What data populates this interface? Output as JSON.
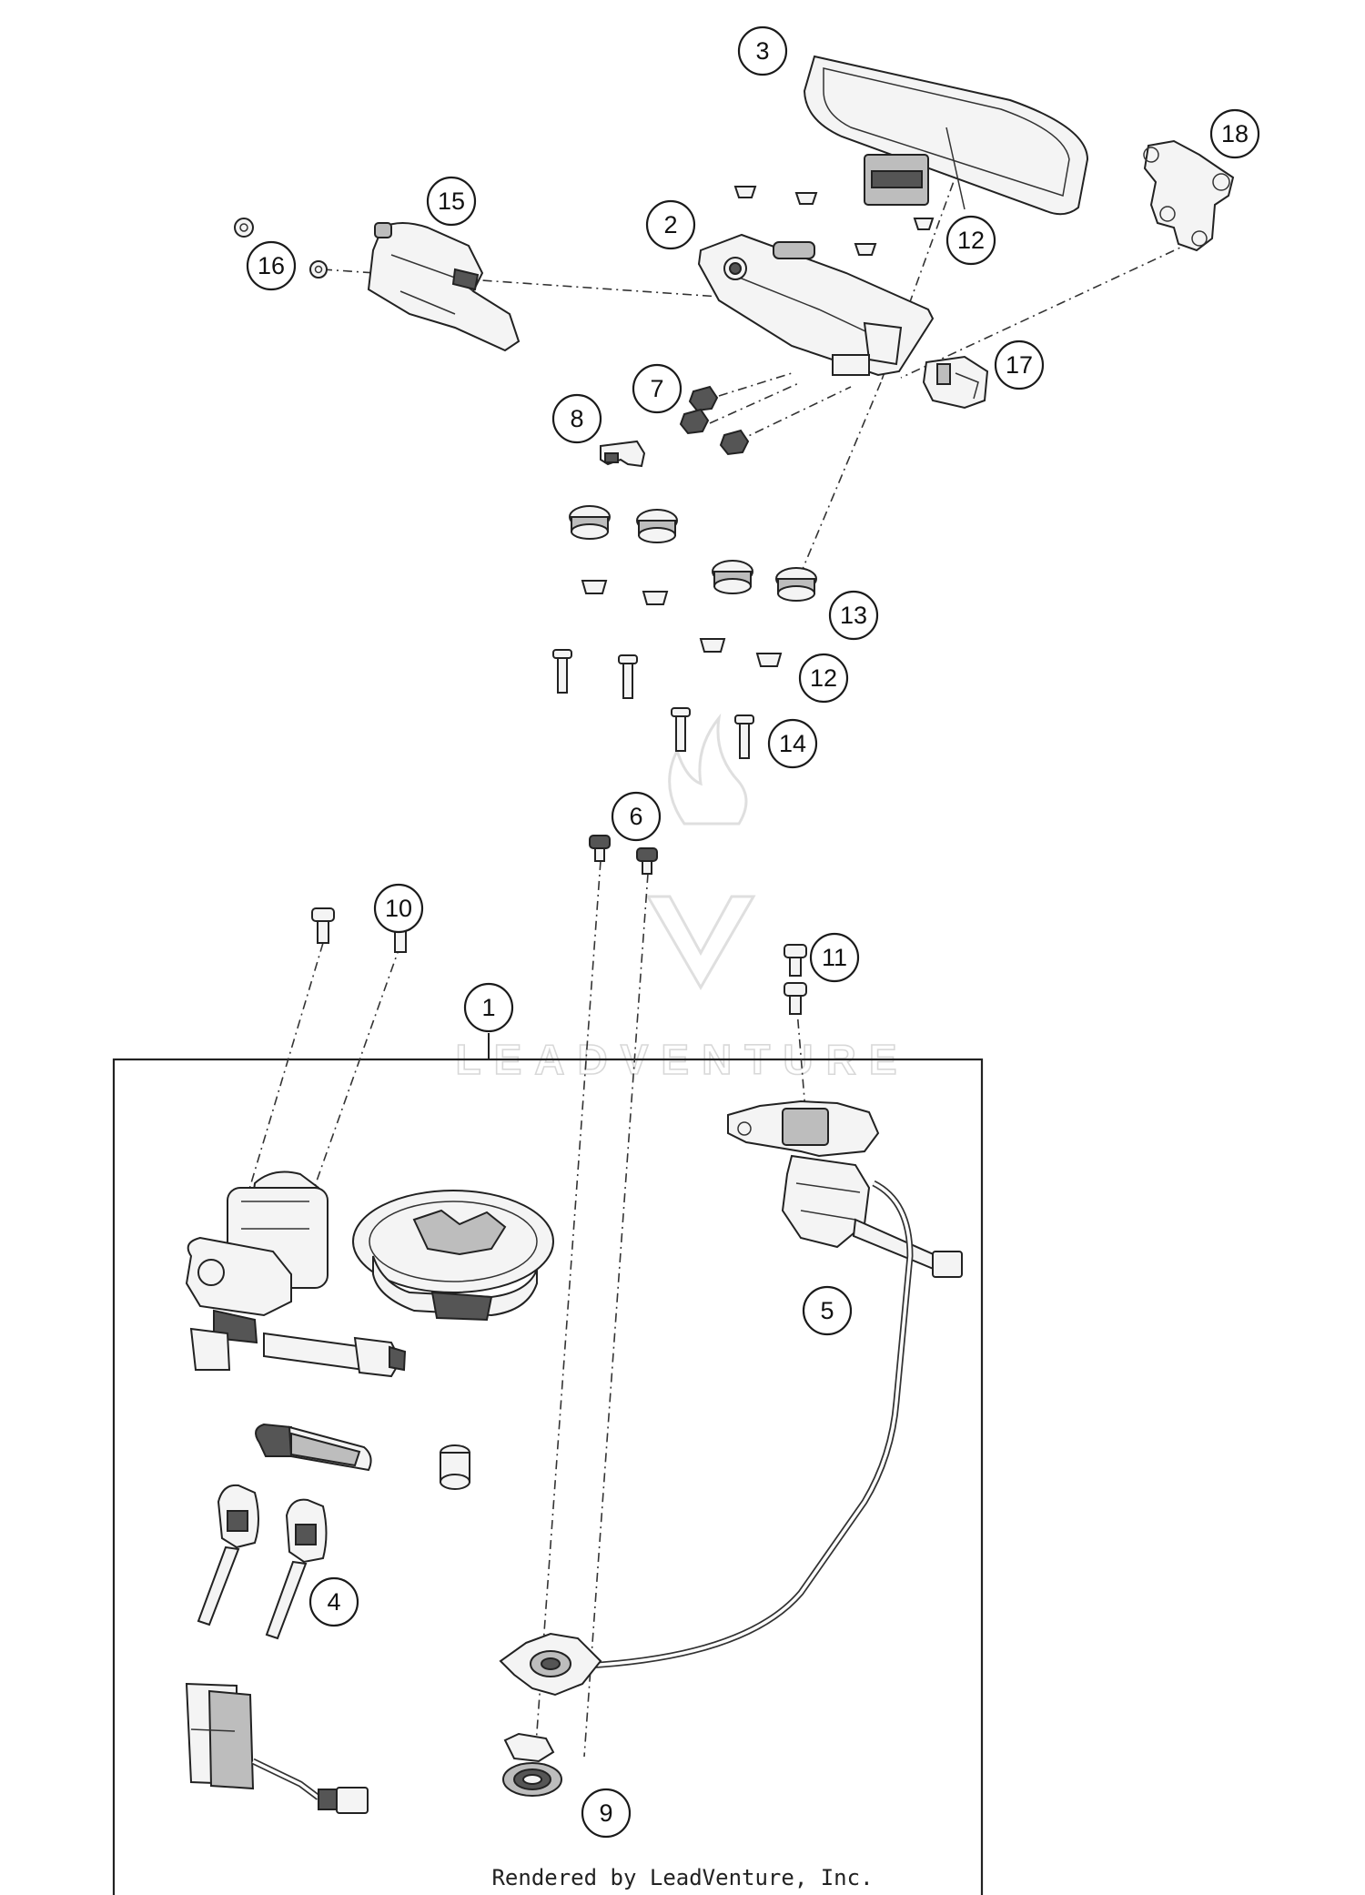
{
  "watermark": {
    "text": "LEADVENTURE"
  },
  "credit": "Rendered by LeadVenture, Inc.",
  "callouts": [
    "1",
    "2",
    "3",
    "4",
    "5",
    "6",
    "7",
    "8",
    "9",
    "10",
    "11",
    "12",
    "12",
    "13",
    "14",
    "15",
    "16",
    "17",
    "18"
  ]
}
